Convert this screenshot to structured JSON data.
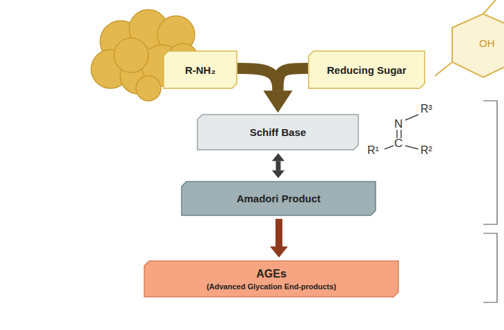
{
  "diagram": {
    "nodes": [
      {
        "text": [
          "R-NH₂"
        ]
      },
      {
        "text": [
          "Reducing Sugar"
        ]
      },
      {
        "text": [
          "Schiff Base"
        ]
      },
      {
        "text": [
          "Amadori Product"
        ]
      },
      {
        "text": [
          "AGEs",
          "(Advanced Glycation End-products)"
        ]
      }
    ],
    "edges": [
      {
        "from": 0,
        "to": 2,
        "arrow": "to"
      },
      {
        "from": 1,
        "to": 2,
        "arrow": "to"
      },
      {
        "from": 2,
        "to": 3,
        "arrow": "both"
      },
      {
        "from": 3,
        "to": 4,
        "arrow": "to"
      }
    ],
    "labels": [
      "N",
      "R³",
      "R¹",
      "C",
      "R²",
      "OH"
    ]
  }
}
